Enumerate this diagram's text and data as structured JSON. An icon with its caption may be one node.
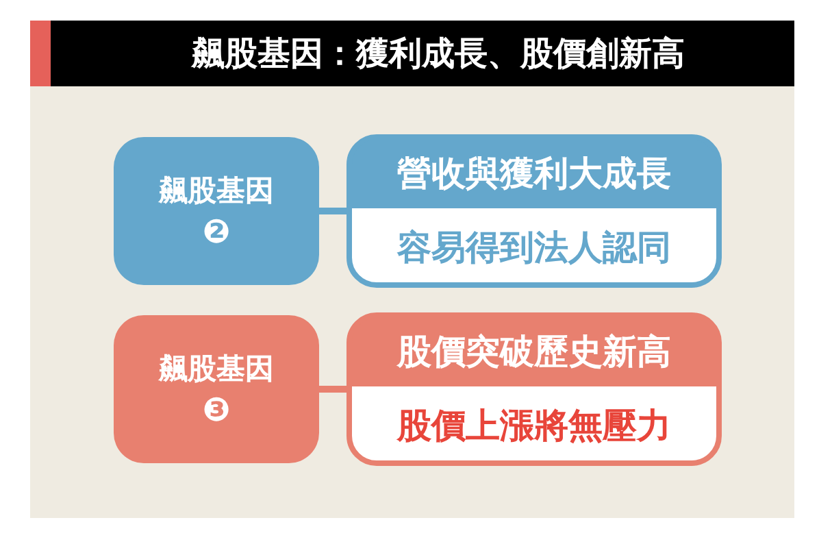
{
  "diagram": {
    "title": "飆股基因：獲利成長、股價創新高",
    "nodes": [
      {
        "text": [
          "飆股基因",
          "❷"
        ]
      },
      {
        "text": [
          "營收與獲利大成長",
          "容易得到法人認同"
        ]
      },
      {
        "text": [
          "飆股基因",
          "❸"
        ]
      },
      {
        "text": [
          "股價突破歷史新高",
          "股價上漲將無壓力"
        ]
      }
    ],
    "edges": [
      {
        "from": 0,
        "to": 1,
        "arrow": "none",
        "color": "#64a7cc"
      },
      {
        "from": 2,
        "to": 3,
        "arrow": "none",
        "color": "#e8806f"
      }
    ]
  }
}
